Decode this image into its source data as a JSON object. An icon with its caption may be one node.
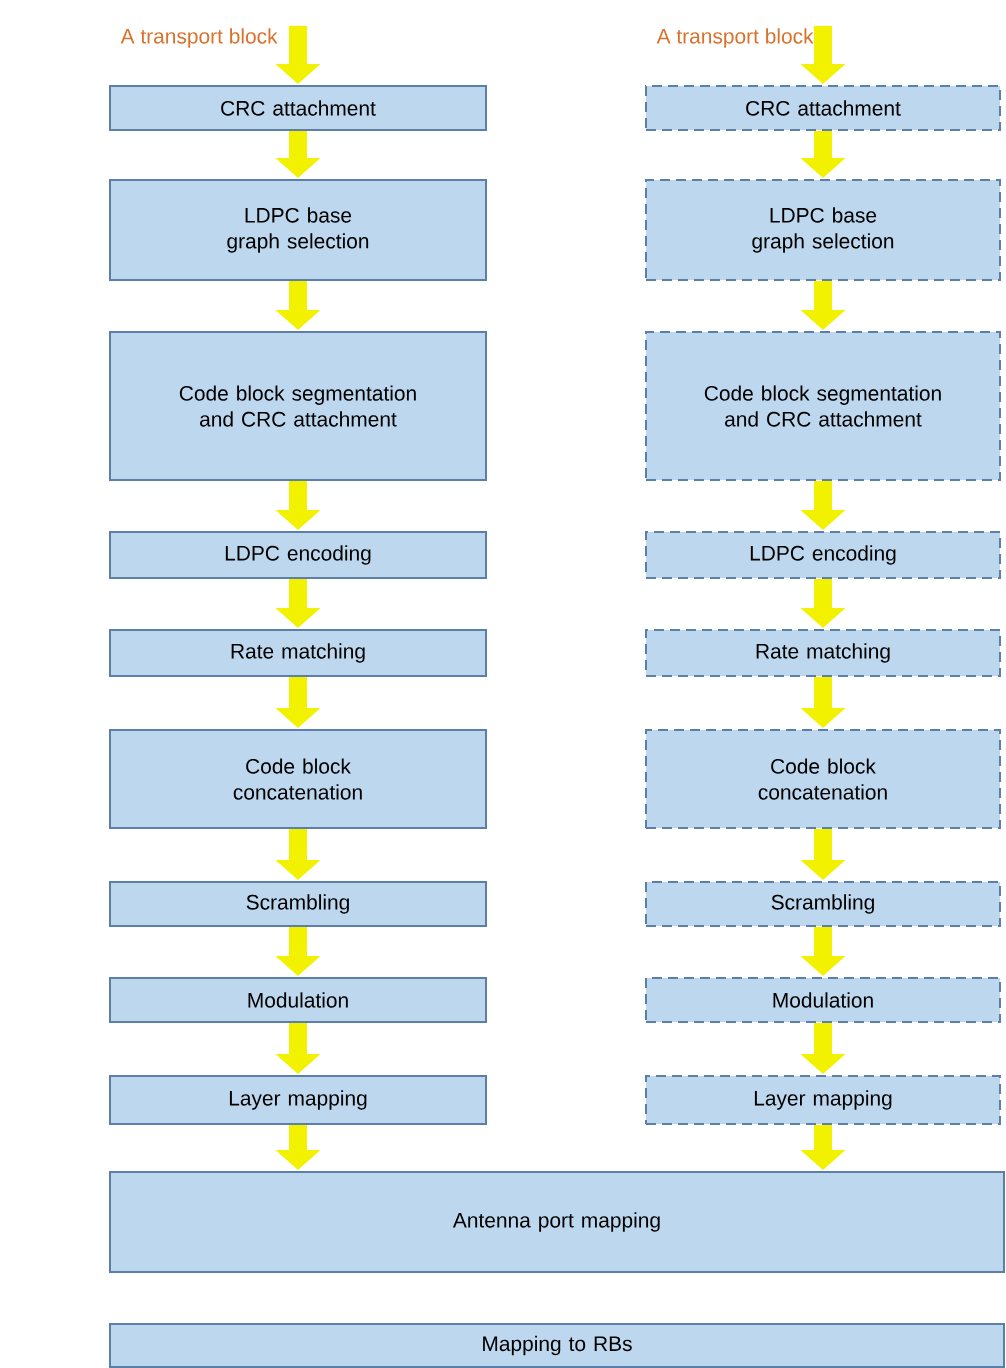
{
  "diagram": {
    "nodes": [
      {
        "text": [
          "A transport block"
        ]
      },
      {
        "text": [
          "CRC attachment"
        ]
      },
      {
        "text": [
          "LDPC base graph selection"
        ]
      },
      {
        "text": [
          "Code block segmentation and CRC attachment"
        ]
      },
      {
        "text": [
          "LDPC encoding"
        ]
      },
      {
        "text": [
          "Rate matching"
        ]
      },
      {
        "text": [
          "Code block concatenation"
        ]
      },
      {
        "text": [
          "Scrambling"
        ]
      },
      {
        "text": [
          "Modulation"
        ]
      },
      {
        "text": [
          "Layer mapping"
        ]
      },
      {
        "text": [
          "A transport block"
        ]
      },
      {
        "text": [
          "CRC attachment"
        ]
      },
      {
        "text": [
          "LDPC base graph selection"
        ]
      },
      {
        "text": [
          "Code block segmentation and CRC attachment"
        ]
      },
      {
        "text": [
          "LDPC encoding"
        ]
      },
      {
        "text": [
          "Rate matching"
        ]
      },
      {
        "text": [
          "Code block concatenation"
        ]
      },
      {
        "text": [
          "Scrambling"
        ]
      },
      {
        "text": [
          "Modulation"
        ]
      },
      {
        "text": [
          "Layer mapping"
        ]
      },
      {
        "text": [
          "Antenna port mapping"
        ]
      },
      {
        "text": [
          "Mapping to RBs"
        ]
      }
    ],
    "edges": [
      {
        "from": 0,
        "to": 1,
        "arrow": "to"
      },
      {
        "from": 1,
        "to": 2,
        "arrow": "to"
      },
      {
        "from": 2,
        "to": 3,
        "arrow": "to"
      },
      {
        "from": 3,
        "to": 4,
        "arrow": "to"
      },
      {
        "from": 4,
        "to": 5,
        "arrow": "to"
      },
      {
        "from": 5,
        "to": 6,
        "arrow": "to"
      },
      {
        "from": 6,
        "to": 7,
        "arrow": "to"
      },
      {
        "from": 7,
        "to": 8,
        "arrow": "to"
      },
      {
        "from": 8,
        "to": 9,
        "arrow": "to"
      },
      {
        "from": 9,
        "to": 20,
        "arrow": "to"
      },
      {
        "from": 10,
        "to": 11,
        "arrow": "to"
      },
      {
        "from": 11,
        "to": 12,
        "arrow": "to"
      },
      {
        "from": 12,
        "to": 13,
        "arrow": "to"
      },
      {
        "from": 13,
        "to": 14,
        "arrow": "to"
      },
      {
        "from": 14,
        "to": 15,
        "arrow": "to"
      },
      {
        "from": 15,
        "to": 16,
        "arrow": "to"
      },
      {
        "from": 16,
        "to": 17,
        "arrow": "to"
      },
      {
        "from": 17,
        "to": 18,
        "arrow": "to"
      },
      {
        "from": 18,
        "to": 19,
        "arrow": "to"
      },
      {
        "from": 19,
        "to": 20,
        "arrow": "to"
      }
    ]
  }
}
